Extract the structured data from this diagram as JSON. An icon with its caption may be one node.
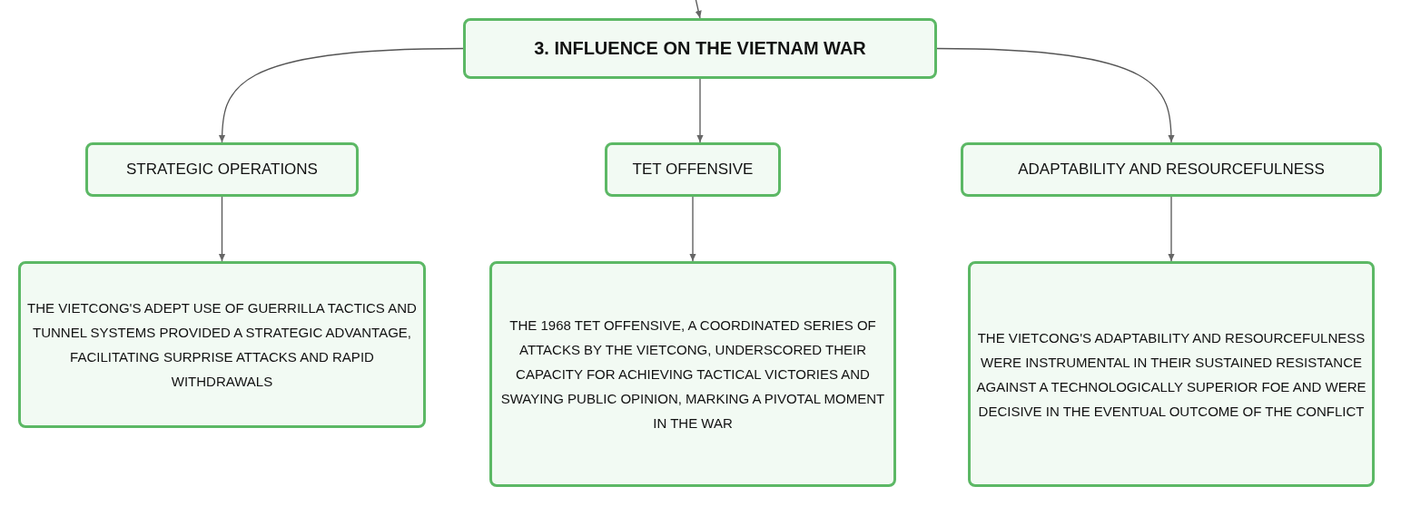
{
  "diagram": {
    "nodes": [
      {
        "text": [
          "3. INFLUENCE ON THE VIETNAM WAR"
        ]
      },
      {
        "text": [
          "STRATEGIC OPERATIONS"
        ]
      },
      {
        "text": [
          "TET OFFENSIVE"
        ]
      },
      {
        "text": [
          "ADAPTABILITY AND RESOURCEFULNESS"
        ]
      },
      {
        "text": [
          "THE VIETCONG'S ADEPT USE OF GUERRILLA TACTICS AND TUNNEL SYSTEMS PROVIDED A STRATEGIC ADVANTAGE, FACILITATING SURPRISE ATTACKS AND RAPID WITHDRAWALS"
        ]
      },
      {
        "text": [
          "THE 1968 TET OFFENSIVE, A COORDINATED SERIES OF ATTACKS BY THE VIETCONG, UNDERSCORED THEIR CAPACITY FOR ACHIEVING TACTICAL VICTORIES AND SWAYING PUBLIC OPINION, MARKING A PIVOTAL MOMENT IN THE WAR"
        ]
      },
      {
        "text": [
          "THE VIETCONG'S ADAPTABILITY AND RESOURCEFULNESS WERE INSTRUMENTAL IN THEIR SUSTAINED RESISTANCE AGAINST A TECHNOLOGICALLY SUPERIOR FOE AND WERE DECISIVE IN THE EVENTUAL OUTCOME OF THE CONFLICT"
        ]
      }
    ],
    "edges": [
      {
        "from": null,
        "to": 0,
        "arrow": "to"
      },
      {
        "from": 0,
        "to": 1,
        "arrow": "to"
      },
      {
        "from": 0,
        "to": 2,
        "arrow": "to"
      },
      {
        "from": 0,
        "to": 3,
        "arrow": "to"
      },
      {
        "from": 1,
        "to": 4,
        "arrow": "to"
      },
      {
        "from": 2,
        "to": 5,
        "arrow": "to"
      },
      {
        "from": 3,
        "to": 6,
        "arrow": "to"
      }
    ]
  }
}
